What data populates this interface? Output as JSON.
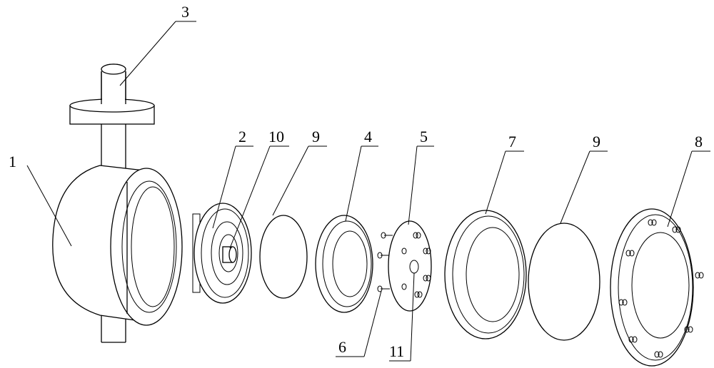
{
  "labels": {
    "part_1": "1",
    "part_2": "2",
    "part_3": "3",
    "part_4": "4",
    "part_5": "5",
    "part_6": "6",
    "part_7": "7",
    "part_8": "8",
    "part_9a": "9",
    "part_9b": "9",
    "part_10": "10",
    "part_11": "11"
  },
  "colors": {
    "line": "#000000",
    "background": "#ffffff"
  }
}
